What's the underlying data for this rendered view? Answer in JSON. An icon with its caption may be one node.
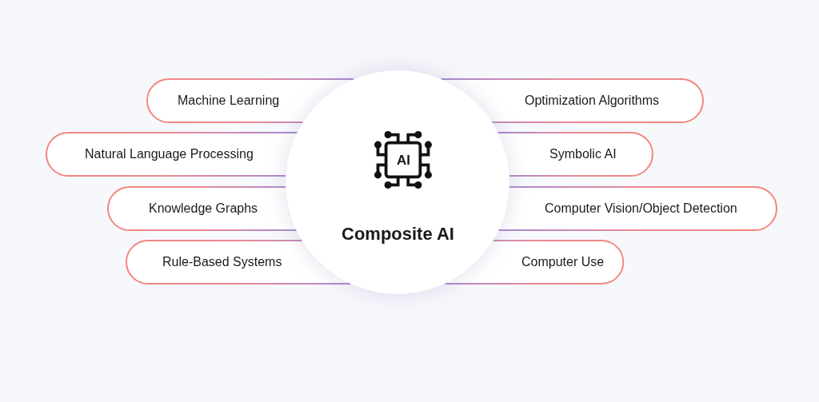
{
  "diagram": {
    "nodes": [
      {
        "text": [
          "AI",
          "Composite AI"
        ]
      },
      {
        "text": [
          "Machine Learning"
        ]
      },
      {
        "text": [
          "Optimization Algorithms"
        ]
      },
      {
        "text": [
          "Natural Language Processing"
        ]
      },
      {
        "text": [
          "Symbolic AI"
        ]
      },
      {
        "text": [
          "Knowledge Graphs"
        ]
      },
      {
        "text": [
          "Computer Vision/Object Detection"
        ]
      },
      {
        "text": [
          "Rule-Based Systems"
        ]
      },
      {
        "text": [
          "Computer Use"
        ]
      }
    ]
  }
}
